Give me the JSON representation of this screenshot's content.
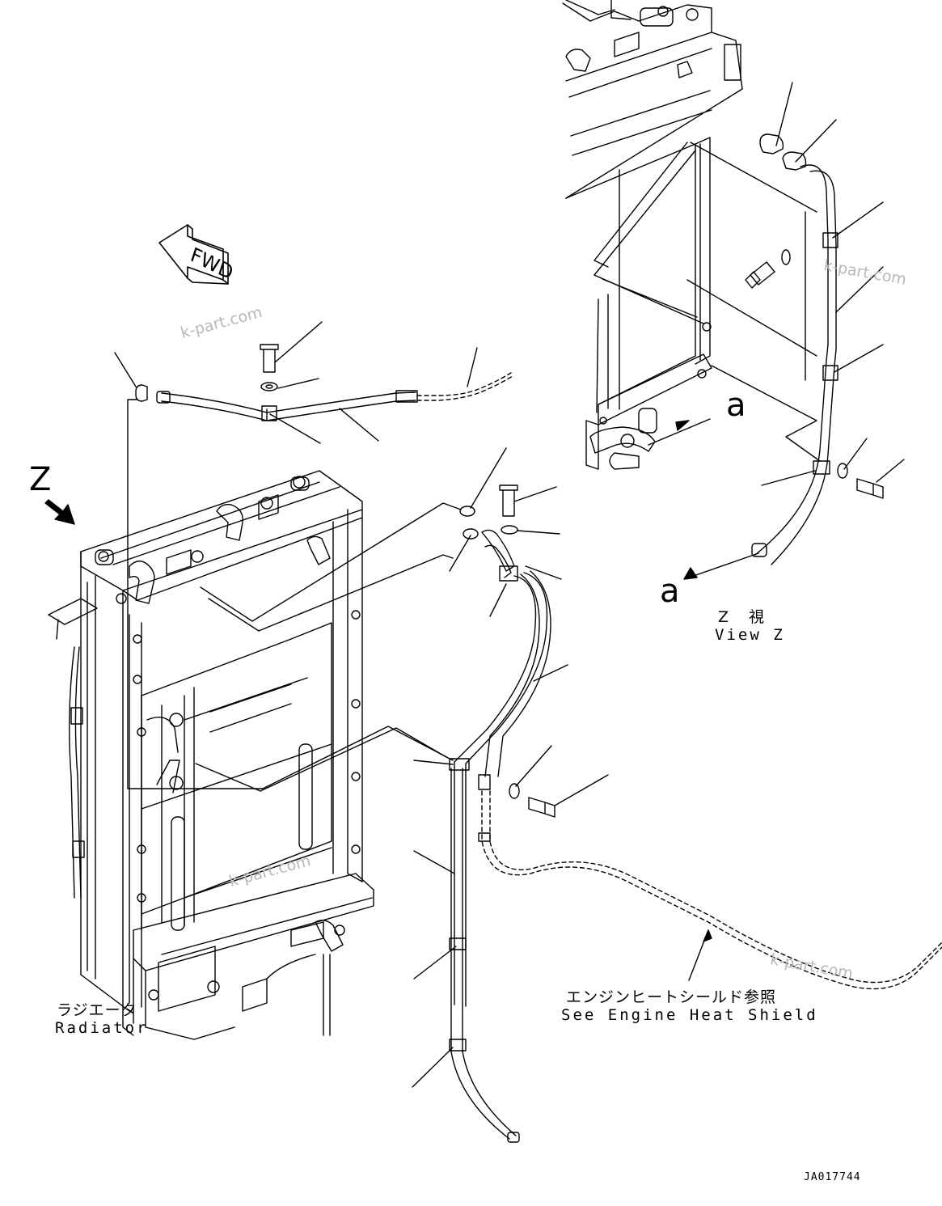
{
  "labels": {
    "view_z_jp": "Z　視",
    "view_z_en": "View Z",
    "radiator_jp": "ラジエータ",
    "radiator_en": "Radiator",
    "heat_shield_jp": "エンジンヒートシールド参照",
    "heat_shield_en": "See Engine Heat Shield",
    "fwd": "FWD",
    "z_marker": "Z",
    "a_marker_top": "a",
    "a_marker_bottom": "a",
    "drawing_code": "JA017744"
  },
  "watermarks": [
    "k-part.com",
    "k-part.com",
    "k-part.com",
    "k-part.com"
  ]
}
